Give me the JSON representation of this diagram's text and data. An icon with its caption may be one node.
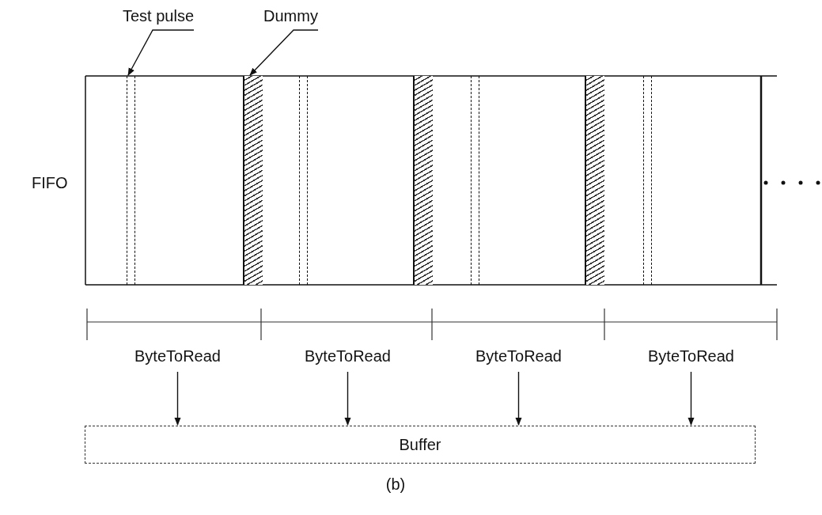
{
  "diagram": {
    "caption": "(b)",
    "nodes": [
      {
        "text": [
          "Test pulse"
        ]
      },
      {
        "text": [],
        "shape": "bar"
      },
      {
        "text": [
          "Dummy"
        ]
      },
      {
        "text": [],
        "shape": "bar"
      },
      {
        "text": [
          "ByteToRead"
        ]
      },
      {
        "text": [
          "ByteToRead"
        ]
      },
      {
        "text": [
          "ByteToRead"
        ]
      },
      {
        "text": [
          "ByteToRead"
        ]
      },
      {
        "text": [
          "Buffer"
        ]
      },
      {
        "text": [],
        "shape": "bar"
      },
      {
        "text": [],
        "shape": "bar"
      }
    ],
    "edges": [
      {
        "from": 0,
        "to": 1,
        "arrow": "to"
      },
      {
        "from": 2,
        "to": 3,
        "arrow": "to"
      },
      {
        "from": 4,
        "to": 8,
        "arrow": "to"
      },
      {
        "from": 5,
        "to": 8,
        "arrow": "to"
      },
      {
        "from": 6,
        "to": 8,
        "arrow": "to"
      },
      {
        "from": 7,
        "to": 8,
        "arrow": "to"
      }
    ],
    "labels": [
      "FIFO"
    ]
  }
}
